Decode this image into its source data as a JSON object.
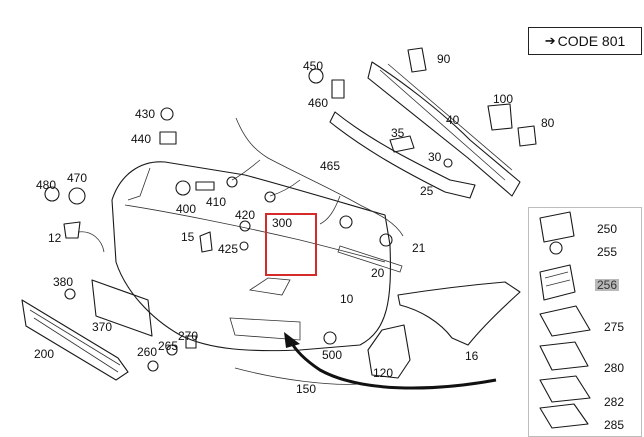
{
  "code_label": "CODE 801",
  "highlight_color": "#d42a2a",
  "part_numbers": {
    "p450": "450",
    "p460": "460",
    "p90": "90",
    "p430": "430",
    "p440": "440",
    "p100": "100",
    "p40": "40",
    "p80": "80",
    "p35": "35",
    "p30": "30",
    "p465": "465",
    "p25": "25",
    "p480": "480",
    "p470": "470",
    "p400": "400",
    "p410": "410",
    "p420": "420",
    "p12": "12",
    "p15": "15",
    "p425": "425",
    "p300": "300",
    "p21": "21",
    "p20": "20",
    "p380": "380",
    "p10": "10",
    "p370": "370",
    "p270": "270",
    "p265": "265",
    "p260": "260",
    "p200": "200",
    "p500": "500",
    "p16": "16",
    "p120": "120",
    "p150": "150",
    "p250": "250",
    "p255": "255",
    "p256": "256",
    "p275": "275",
    "p280": "280",
    "p282": "282",
    "p285": "285"
  }
}
